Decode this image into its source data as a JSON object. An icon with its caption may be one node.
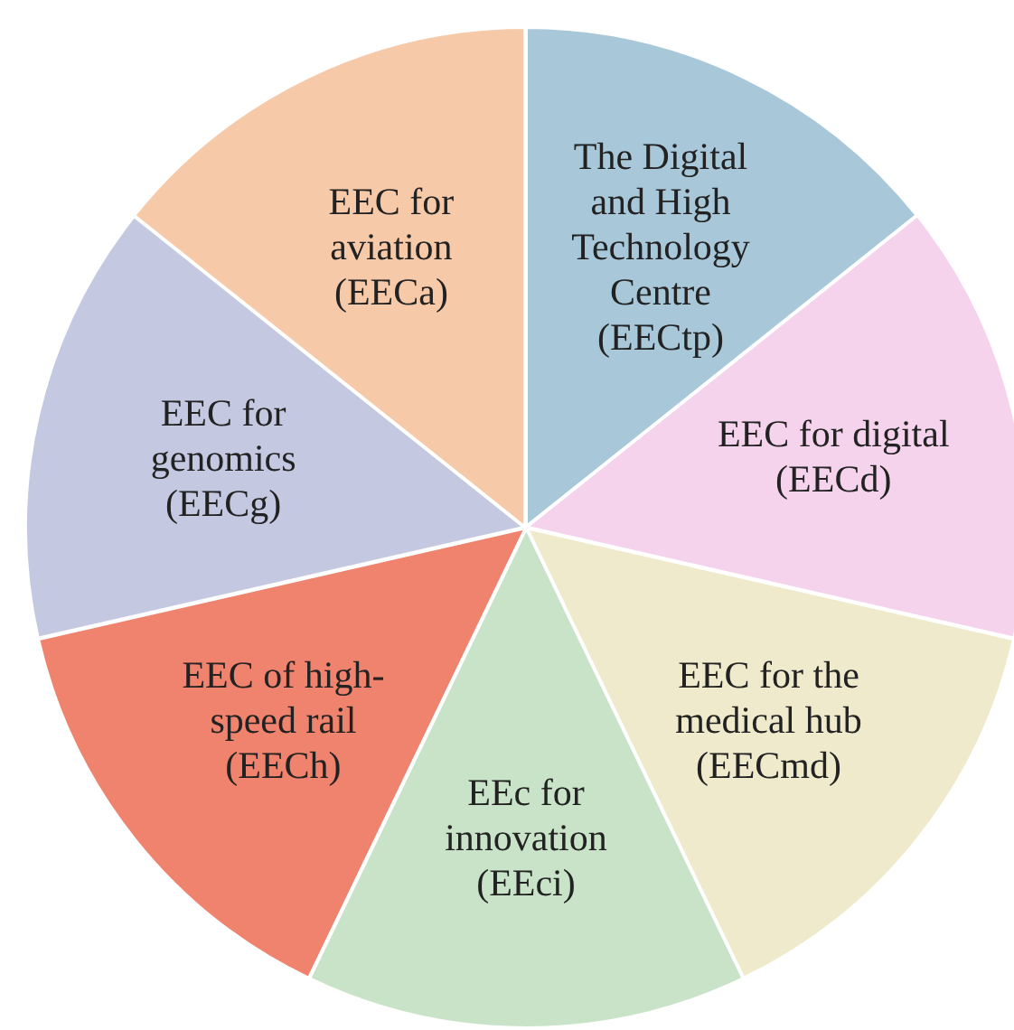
{
  "diagram": {
    "nodes": [
      {
        "text": [
          "The Digital and High Technology Centre (EECtp)"
        ]
      },
      {
        "text": [
          "EEC for digital (EECd)"
        ]
      },
      {
        "text": [
          "EEC for the medical hub (EECmd)"
        ]
      },
      {
        "text": [
          "EEc for innovation (EEci)"
        ]
      },
      {
        "text": [
          "EEC of high-speed rail (EECh)"
        ]
      },
      {
        "text": [
          "EEC for genomics (EECg)"
        ]
      },
      {
        "text": [
          "EEC for aviation (EECa)"
        ]
      }
    ]
  }
}
